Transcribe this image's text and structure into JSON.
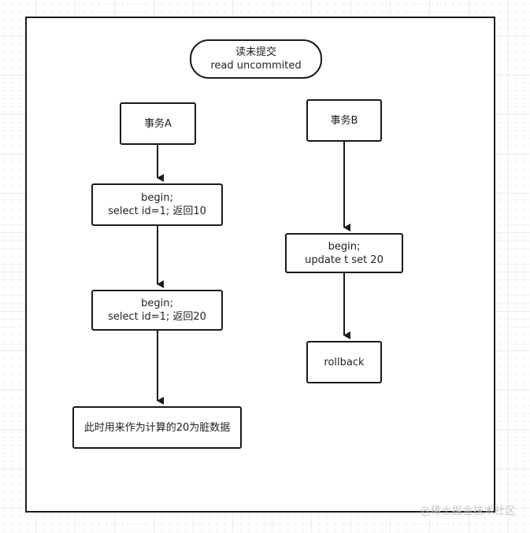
{
  "title": {
    "line1": "读未提交",
    "line2": "read uncommited"
  },
  "transaction_a": {
    "label": "事务A",
    "step1": {
      "line1": "begin;",
      "line2": "select id=1; 返回10"
    },
    "step2": {
      "line1": "begin;",
      "line2": "select id=1; 返回20"
    },
    "result": "此时用来作为计算的20为脏数据"
  },
  "transaction_b": {
    "label": "事务B",
    "step1": {
      "line1": "begin;",
      "line2": "update t set 20"
    },
    "step2": "rollback"
  },
  "watermark": "@稀土掘金技术社区",
  "colors": {
    "stroke": "#1a1a1a",
    "grid": "#ececec",
    "watermark": "#c4c4c4"
  }
}
